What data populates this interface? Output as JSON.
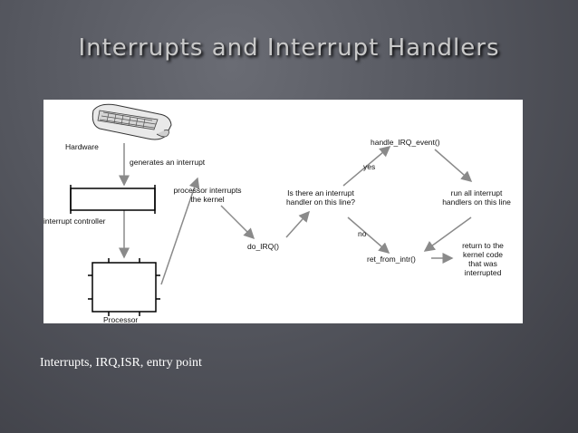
{
  "slide": {
    "title": "Interrupts and Interrupt Handlers",
    "caption": "Interrupts, IRQ,ISR, entry point"
  },
  "diagram": {
    "hardware": "Hardware",
    "generates": "generates an interrupt",
    "interrupt_controller": "interrupt controller",
    "processor": "Processor",
    "processor_interrupts_l1": "processor interrupts",
    "processor_interrupts_l2": "the kernel",
    "do_irq": "do_IRQ()",
    "question_l1": "Is there an interrupt",
    "question_l2": "handler on this line?",
    "yes": "yes",
    "no": "no",
    "handle_irq_event": "handle_IRQ_event()",
    "run_all_l1": "run all interrupt",
    "run_all_l2": "handlers on this line",
    "ret_from_intr": "ret_from_intr()",
    "return_l1": "return to  the",
    "return_l2": "kernel code",
    "return_l3": "that was",
    "return_l4": "interrupted",
    "colors": {
      "arrow": "#8a8a8a",
      "box": "#000000"
    }
  }
}
